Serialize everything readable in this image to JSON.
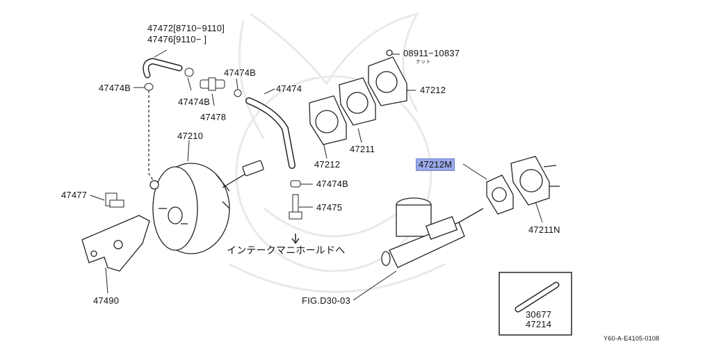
{
  "labels": {
    "p47472": "47472[8710−9110]",
    "p47476": "47476[9110−      ]",
    "p47474b_left": "47474B",
    "p47474b_mid": "47474B",
    "p47474b_top": "47474B",
    "p47478": "47478",
    "p47474": "47474",
    "p08911": "08911−10837",
    "nut": "ナット",
    "p47212_top": "47212",
    "p47211": "47211",
    "p47212_mid": "47212",
    "p47210": "47210",
    "p47474b_hose": "47474B",
    "p47475": "47475",
    "p47477": "47477",
    "p47490": "47490",
    "intake": "インテークマニホールドへ",
    "fig": "FIG.D30-03",
    "p47212m": "47212M",
    "p47211n": "47211N",
    "p30677": "30677",
    "p47214": "47214",
    "doc_code": "Y60-A-E4105-0108"
  },
  "highlight_color": "#9aa9e8"
}
